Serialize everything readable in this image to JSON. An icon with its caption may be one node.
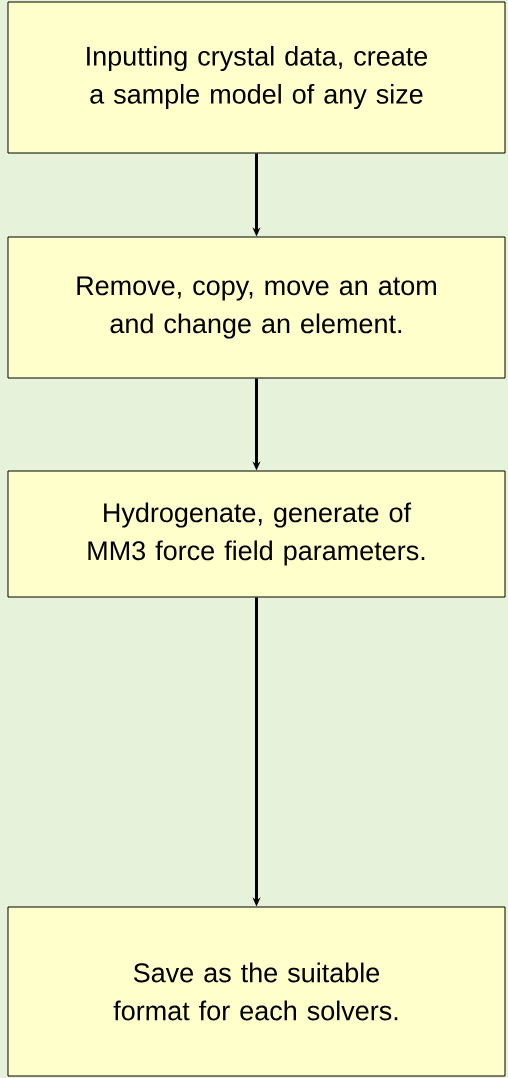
{
  "diagram": {
    "nodes": [
      {
        "text": [
          "Inputting crystal data, create a sample model of any size"
        ]
      },
      {
        "text": [
          "Remove, copy, move an atom and change an element."
        ]
      },
      {
        "text": [
          "Hydrogenate, generate of MM3 force field parameters."
        ]
      },
      {
        "text": [
          "Save as the suitable format for each solvers."
        ]
      }
    ],
    "edges": [
      {
        "from": 0,
        "to": 1,
        "arrow": "to"
      },
      {
        "from": 1,
        "to": 2,
        "arrow": "to"
      },
      {
        "from": 2,
        "to": 3,
        "arrow": "to"
      }
    ]
  }
}
